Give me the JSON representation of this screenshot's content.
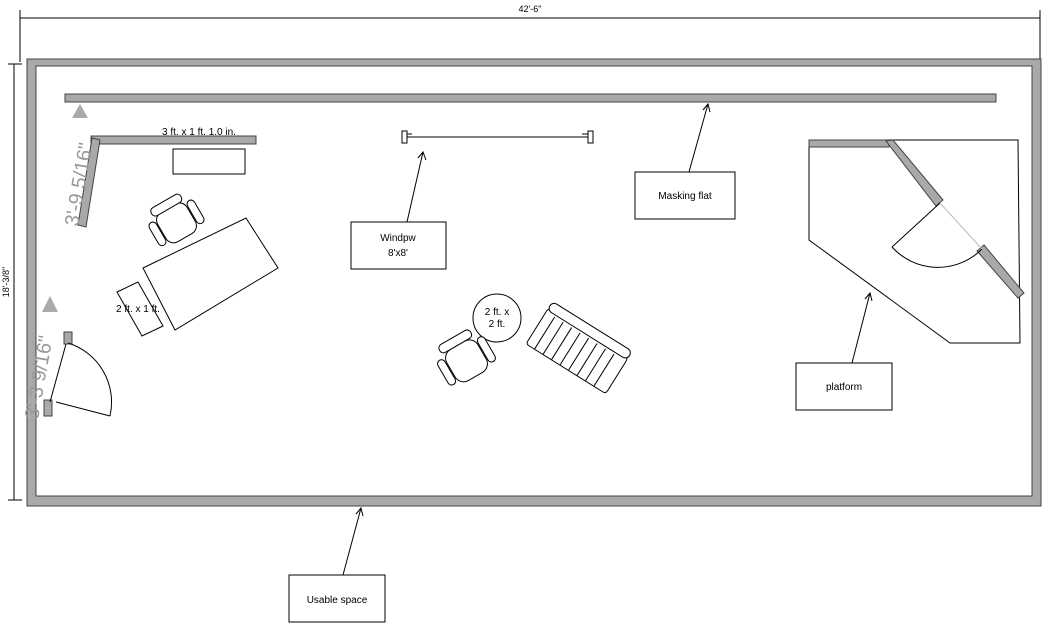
{
  "dimensions": {
    "width": "42'-6\"",
    "height": "18'-3/8\"",
    "window_top": "3'-9 5/16\"",
    "door_left": "3'-3 9/16\""
  },
  "furniture_labels": {
    "top_desk": "3 ft. x 1 ft. 1.0 in.",
    "side_table": "2 ft. x 1 ft.",
    "round_table_line1": "2 ft. x",
    "round_table_line2": "2 ft."
  },
  "callouts": {
    "window_line1": "Windpw",
    "window_line2": "8'x8'",
    "masking_flat": "Masking flat",
    "platform": "platform",
    "usable_space": "Usable space"
  }
}
